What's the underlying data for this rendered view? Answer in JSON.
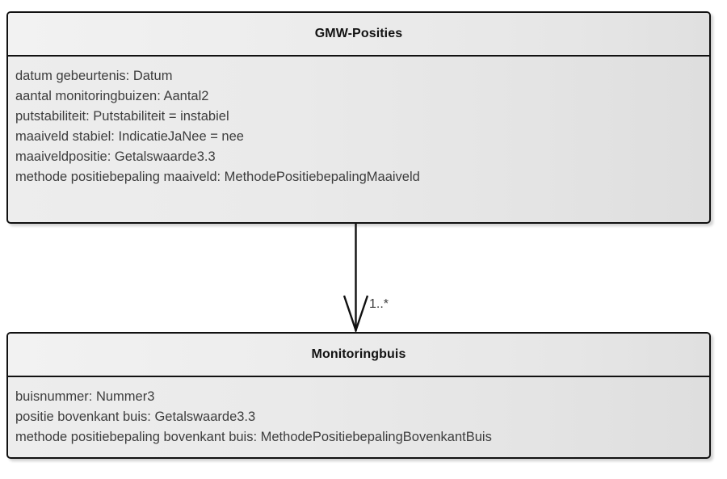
{
  "diagram": {
    "type": "uml-class-diagram",
    "background_color": "#ffffff",
    "border_color": "#111111",
    "text_color": "#3d3d3d",
    "title_color": "#121212"
  },
  "classes": [
    {
      "id": "gmw-posities",
      "name": "GMW-Posities",
      "attributes": [
        "datum gebeurtenis: Datum",
        "aantal monitoringbuizen: Aantal2",
        "putstabiliteit: Putstabiliteit = instabiel",
        "maaiveld stabiel: IndicatieJaNee = nee",
        "maaiveldpositie: Getalswaarde3.3",
        "methode positiebepaling maaiveld: MethodePositiebepalingMaaiveld"
      ]
    },
    {
      "id": "monitoringbuis",
      "name": "Monitoringbuis",
      "attributes": [
        "buisnummer: Nummer3",
        "positie bovenkant buis: Getalswaarde3.3",
        "methode positiebepaling bovenkant buis: MethodePositiebepalingBovenkantBuis"
      ]
    }
  ],
  "association": {
    "source": "GMW-Posities",
    "target": "Monitoringbuis",
    "multiplicity": "1..*",
    "arrow_style": "open-arrowhead",
    "line_style": "solid"
  }
}
